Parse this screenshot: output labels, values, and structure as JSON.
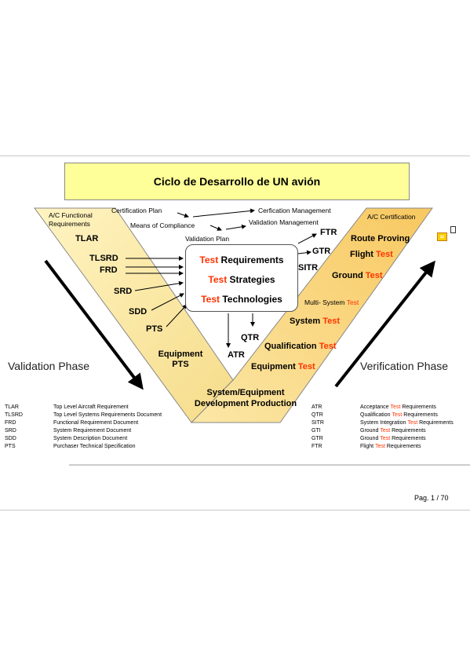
{
  "title": "Ciclo de Desarrollo de UN avión",
  "phases": {
    "validation": "Validation Phase",
    "verification": "Verification Phase"
  },
  "left_arm": {
    "ac_functional": "A/C Functional Requirements",
    "tlar": "TLAR",
    "tlsrd": "TLSRD",
    "frd": "FRD",
    "srd": "SRD",
    "sdd": "SDD",
    "pts": "PTS",
    "equipment_pts": "Equipment PTS"
  },
  "right_arm": {
    "ac_certification": "A/C Certification",
    "route_proving": "Route Proving",
    "flight": "Flight",
    "ground": "Ground",
    "multi_system": "Multi- System",
    "system": "System",
    "qualification": "Qualification",
    "equipment": "Equipment",
    "test_word": "Test"
  },
  "bottom": "System/Equipment Development Production",
  "top_labels": {
    "certification_plan": "Certification Plan",
    "means_of_compliance": "Means of Compliance",
    "validation_plan": "Validation Plan",
    "certification_management": "Cerfication Management",
    "validation_management": "Validation Management"
  },
  "center": {
    "test": "Test",
    "requirements": "Requirements",
    "strategies": "Strategies",
    "technologies": "Technologies"
  },
  "middle_labels": {
    "ftr": "FTR",
    "gtr": "GTR",
    "sitr": "SITR",
    "qtr": "QTR",
    "atr": "ATR"
  },
  "legend_left": [
    {
      "abbr": "TLAR",
      "desc": "Top Level Aircraft Requirement"
    },
    {
      "abbr": "TLSRD",
      "desc": "Top Level Systems Requirements Document"
    },
    {
      "abbr": "FRD",
      "desc": "Functional Requirement Document"
    },
    {
      "abbr": "SRD",
      "desc": "System Requirement Document"
    },
    {
      "abbr": "SDD",
      "desc": "System Description Document"
    },
    {
      "abbr": "PTS",
      "desc": "Purchaser Technical Specification"
    }
  ],
  "legend_right": [
    {
      "abbr": "ATR",
      "pre": "Acceptance",
      "post": "Requirements"
    },
    {
      "abbr": "QTR",
      "pre": "Qualification",
      "post": "Requirements"
    },
    {
      "abbr": "SITR",
      "pre": "System Integration",
      "post": "Requirements"
    },
    {
      "abbr": "GTI",
      "pre": "Ground",
      "post": "Requirements"
    },
    {
      "abbr": "GTR",
      "pre": "Ground",
      "post": "Requirements"
    },
    {
      "abbr": "FTR",
      "pre": "Flight",
      "post": "Requirements"
    }
  ],
  "page_label": "Pag. 1 / 70"
}
